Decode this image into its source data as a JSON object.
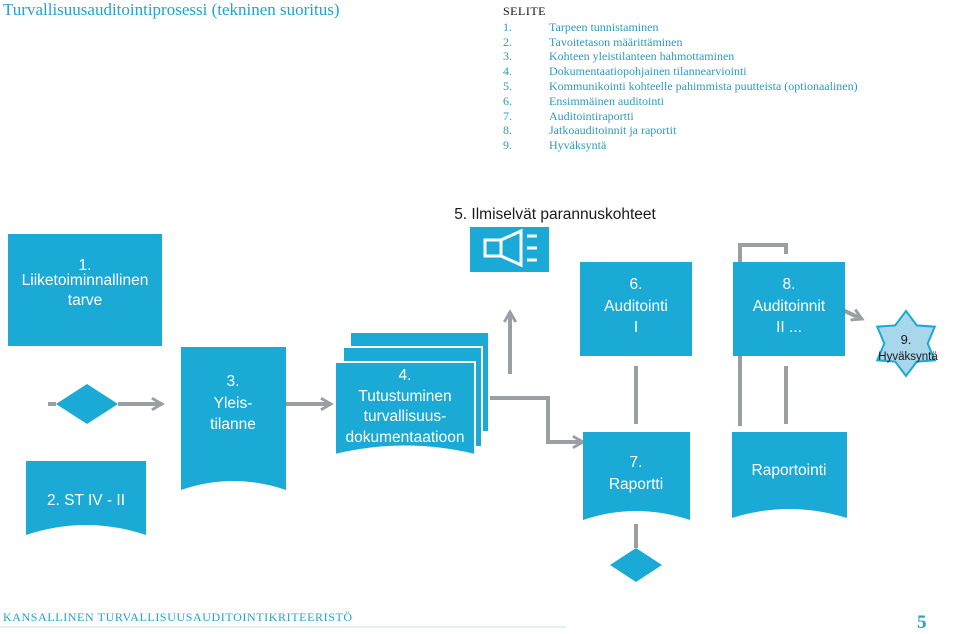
{
  "title": "Turvallisuusauditointiprosessi (tekninen suoritus)",
  "legend": {
    "heading": "SELITE",
    "items": [
      {
        "num": "1.",
        "text": "Tarpeen tunnistaminen"
      },
      {
        "num": "2.",
        "text": "Tavoitetason määrittäminen"
      },
      {
        "num": "3.",
        "text": "Kohteen yleistilanteen hahmottaminen"
      },
      {
        "num": "4.",
        "text": "Dokumentaatiopohjainen tilannearviointi"
      },
      {
        "num": "5.",
        "text": "Kommunikointi kohteelle pahimmista puutteista (optionaalinen)"
      },
      {
        "num": "6.",
        "text": "Ensimmäinen auditointi"
      },
      {
        "num": "7.",
        "text": "Auditointiraportti"
      },
      {
        "num": "8.",
        "text": "Jatkoauditoinnit ja raportit"
      },
      {
        "num": "9.",
        "text": "Hyväksyntä"
      }
    ]
  },
  "diagram": {
    "step1": [
      "1.",
      "Liiketoiminnallinen",
      "tarve"
    ],
    "step2": "2. ST IV - II",
    "step3": [
      "3.",
      "Yleis-",
      "tilanne"
    ],
    "step4": [
      "4.",
      "Tutustuminen",
      "turvallisuus-",
      "dokumentaatioon"
    ],
    "step5": "5. Ilmiselvät parannuskohteet",
    "step6": [
      "6.",
      "Auditointi",
      "I"
    ],
    "step7": [
      "7.",
      "Raportti"
    ],
    "step8": [
      "8.",
      "Auditoinnit",
      "II ..."
    ],
    "step9": [
      "9.",
      "Hyväksyntä"
    ],
    "reporting": "Raportointi"
  },
  "colors": {
    "primary": "#1ba9d6",
    "connector": "#9a9fa3",
    "star": "#a8d6ea",
    "text": "#ffffff"
  },
  "footer": {
    "text": "KANSALLINEN TURVALLISUUSAUDITOINTIKRITEERISTÖ",
    "page": "5"
  }
}
